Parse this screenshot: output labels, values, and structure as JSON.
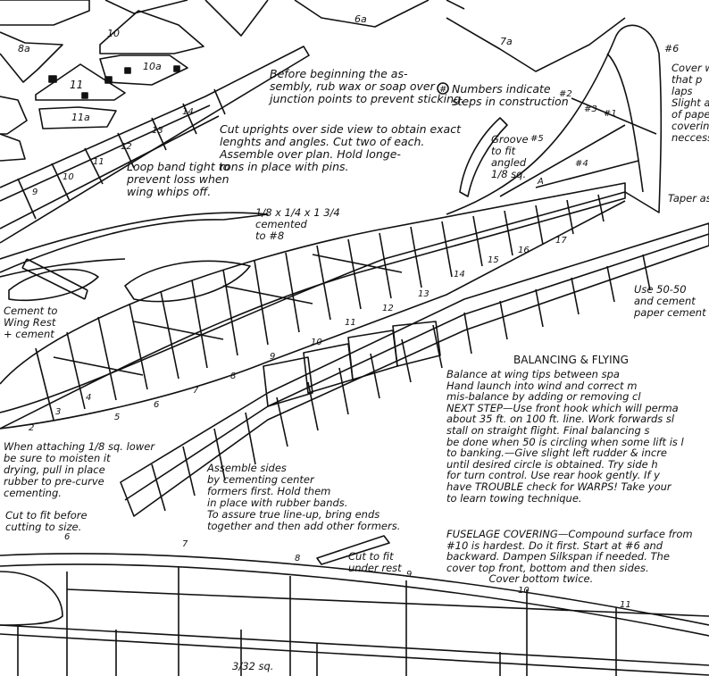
{
  "part_labels": {
    "p8a": "8a",
    "p10": "10",
    "p10a": "10a",
    "p11": "11",
    "p11a": "11a",
    "p6a": "6a",
    "p7a": "7a",
    "p6": "#6"
  },
  "notes": {
    "wax": "Before beginning the as-\nsembly, rub wax or soap over\njunction points to prevent sticking.",
    "numbers": "Numbers indicate\nsteps in construction",
    "uprights": "Cut uprights over side view to obtain exact\nlenghts and angles. Cut two of each.\nAssemble over plan. Hold longe-\nrons in place with pins.",
    "loop": "Loop band tight to\nprevent loss when\nwing whips off.",
    "groove": "Groove\nto fit\nangled\n1/8 sq.",
    "dowel": "1/8 x 1/4 x 1 3/4\ncemented\nto #8",
    "cement_wing": "Cement to\nWing Rest\n+ cement",
    "cover_right": "Cover w\nthat p\nlaps\nSlight a\nof pape\ncovering\nneccess.",
    "taper": "Taper as",
    "use5050": "Use 50-50\nand cement\npaper cement",
    "attach": "When attaching 1/8 sq. lower\nbe sure to moisten it\ndrying, pull in place\nrubber to pre-curve\ncementing.",
    "cut_fit": "Cut to fit before\ncutting to size.",
    "assemble_sides": "Assemble sides\nby cementing center\nformers first. Hold them\nin place with rubber bands.\nTo assure true line-up, bring ends\ntogether and then add other formers.",
    "cut_under": "Cut to fit\nunder rest",
    "spar": "3/32 sq.",
    "circle_mark": "#"
  },
  "balancing": {
    "title": "BALANCING & FLYING",
    "body": "Balance at wing tips between spa\nHand launch into wind and correct m\nmis-balance by adding or removing cl\nNEXT STEP—Use front hook which will perma\nabout 35 ft. on 100 ft. line. Work forwards sl\nstall on straight flight. Final balancing s\nbe done when 50 is circling when some lift is l\nto banking.—Give slight left rudder & incre\nuntil desired circle is obtained. Try side h\nfor turn control. Use rear hook gently. If y\nhave TROUBLE check for WARPS! Take your\nto learn towing technique."
  },
  "fuselage": {
    "body": "FUSELAGE COVERING—Compound surface from\n#10 is hardest. Do it first. Start at #6 and\nbackward. Dampen Silkspan if needed. The\ncover top front, bottom and then sides.\n             Cover bottom twice."
  },
  "numbers": {
    "wing": [
      "9",
      "10",
      "11",
      "12",
      "13",
      "14"
    ],
    "fuselage": [
      "2",
      "3",
      "4",
      "5",
      "6",
      "7",
      "8",
      "9",
      "10",
      "11",
      "12",
      "13",
      "14",
      "15",
      "16",
      "17"
    ],
    "fin": [
      "#2",
      "#3",
      "#1",
      "#5",
      "#4",
      "A"
    ],
    "bottom": [
      "6",
      "7",
      "8",
      "9",
      "10",
      "11"
    ]
  }
}
